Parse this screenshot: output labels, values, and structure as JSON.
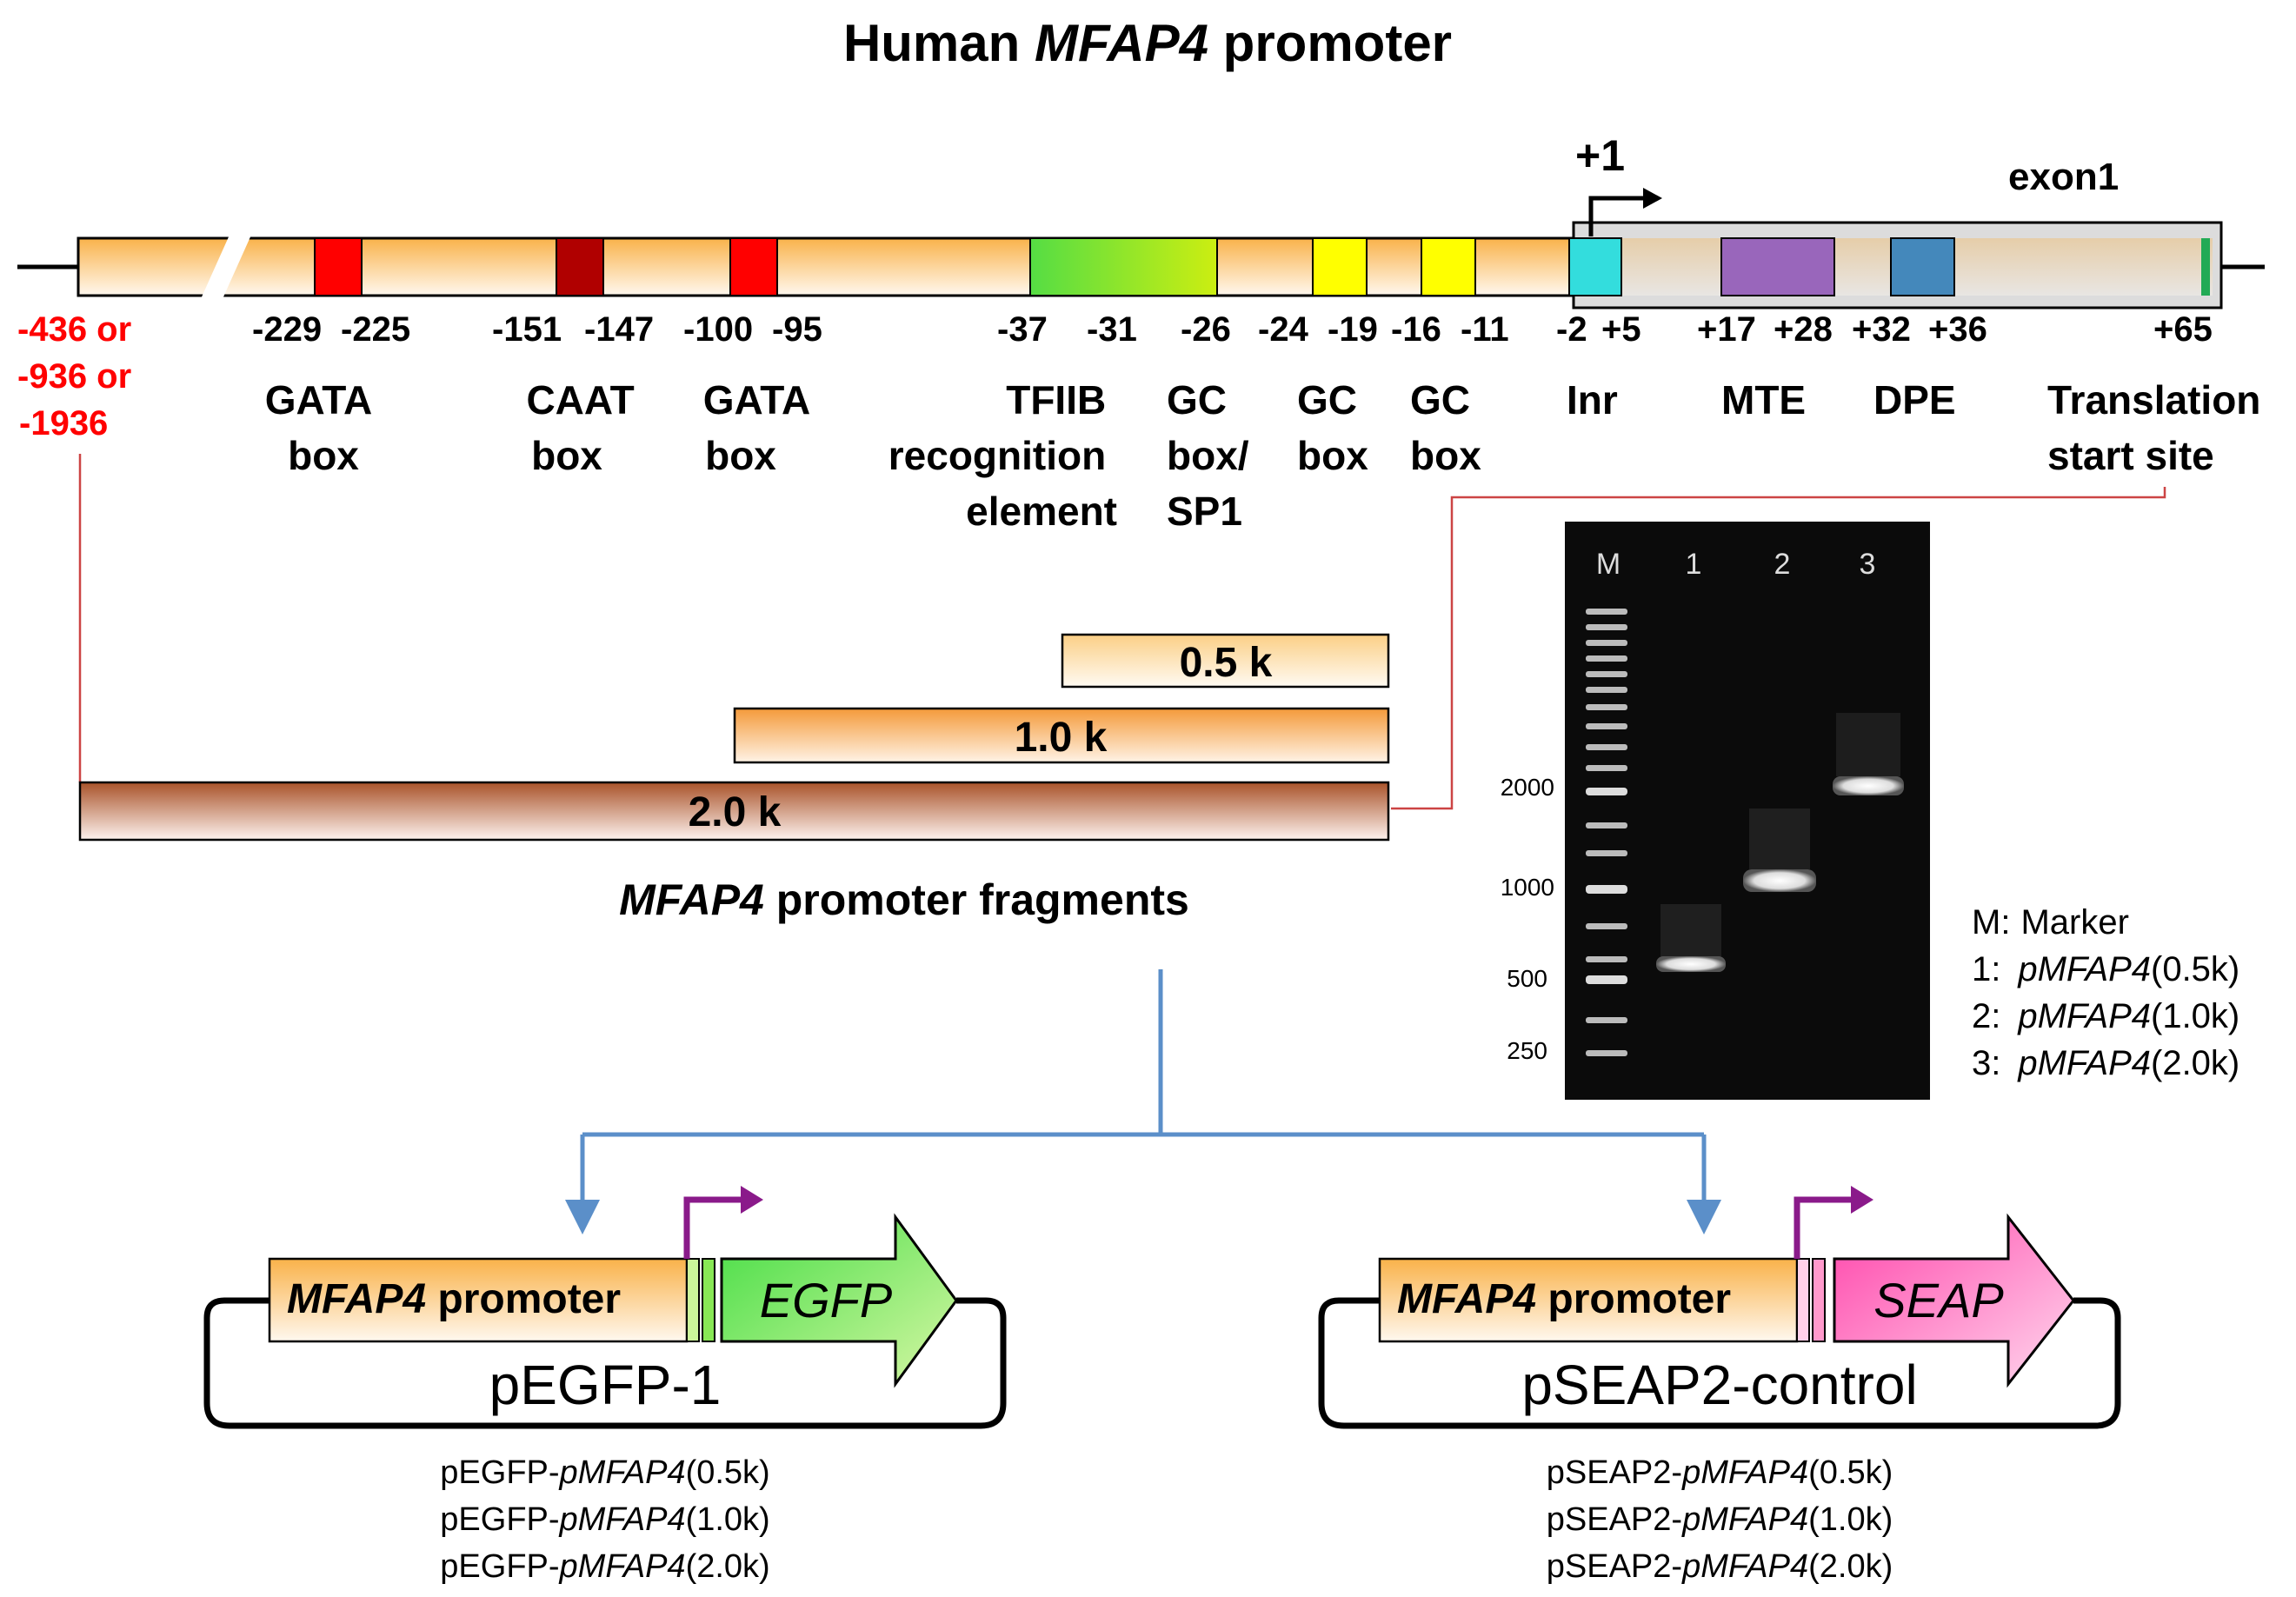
{
  "title": {
    "pre": "Human ",
    "gene": "MFAP4",
    "post": " promoter"
  },
  "plus_one": "+1",
  "exon_label": "exon1",
  "start_positions": [
    "-436 or",
    "-936 or",
    "-1936"
  ],
  "positions": [
    "-229",
    "-225",
    "-151",
    "-147",
    "-100",
    "-95",
    "-37",
    "-31",
    "-26",
    "-24",
    "-19",
    "-16",
    "-11",
    "-2",
    "+5",
    "+17",
    "+28",
    "+32",
    "+36",
    "+65"
  ],
  "elements": [
    {
      "lines": [
        "GATA",
        "box"
      ],
      "color": "#ff0000"
    },
    {
      "lines": [
        "CAAT",
        "box"
      ],
      "color": "#b00000"
    },
    {
      "lines": [
        "GATA",
        "box"
      ],
      "color": "#ff0000"
    },
    {
      "lines": [
        "TFIIB",
        "recognition",
        "element"
      ],
      "color": "#66dd33"
    },
    {
      "lines": [
        "GC",
        "box/",
        "SP1"
      ],
      "color": "#ccee00"
    },
    {
      "lines": [
        "GC",
        "box"
      ],
      "color": "#ffff00"
    },
    {
      "lines": [
        "GC",
        "box"
      ],
      "color": "#ffff00"
    },
    {
      "lines": [
        "Inr"
      ],
      "color": "#33dddd"
    },
    {
      "lines": [
        "MTE"
      ],
      "color": "#9966bb"
    },
    {
      "lines": [
        "DPE"
      ],
      "color": "#4488bb"
    },
    {
      "lines": [
        "Translation",
        "start site"
      ],
      "color": "#22aa55"
    }
  ],
  "fragments": [
    "0.5 k",
    "1.0 k",
    "2.0 k"
  ],
  "fragments_caption": {
    "gene": "MFAP4",
    "text": " promoter  fragments"
  },
  "gel": {
    "lanes": [
      "M",
      "1",
      "2",
      "3"
    ],
    "marker_sizes": [
      "2000",
      "1000",
      "500",
      "250"
    ]
  },
  "gel_legend": [
    {
      "key": "M:",
      "pre": "Marker",
      "gene": "",
      "post": ""
    },
    {
      "key": "1:",
      "pre": "",
      "gene": "pMFAP4",
      "post": "(0.5k)"
    },
    {
      "key": "2:",
      "pre": "",
      "gene": "pMFAP4",
      "post": "(1.0k)"
    },
    {
      "key": "3:",
      "pre": "",
      "gene": "pMFAP4",
      "post": "(2.0k)"
    }
  ],
  "constructs": [
    {
      "promoter_gene": "MFAP4",
      "promoter_text": " promoter",
      "reporter": "EGFP",
      "vector": "pEGFP-1",
      "reporter_color_a": "#44dd44",
      "reporter_color_b": "#ccf59a",
      "products": [
        {
          "pre": "pEGFP-",
          "gene": "pMFAP4",
          "post": "(0.5k)"
        },
        {
          "pre": "pEGFP-",
          "gene": "pMFAP4",
          "post": "(1.0k)"
        },
        {
          "pre": "pEGFP-",
          "gene": "pMFAP4",
          "post": "(2.0k)"
        }
      ]
    },
    {
      "promoter_gene": "MFAP4",
      "promoter_text": " promoter",
      "reporter": "SEAP",
      "vector": "pSEAP2-control",
      "reporter_color_a": "#ff44aa",
      "reporter_color_b": "#ffd0ea",
      "products": [
        {
          "pre": "pSEAP2-",
          "gene": "pMFAP4",
          "post": "(0.5k)"
        },
        {
          "pre": "pSEAP2-",
          "gene": "pMFAP4",
          "post": "(1.0k)"
        },
        {
          "pre": "pSEAP2-",
          "gene": "pMFAP4",
          "post": "(2.0k)"
        }
      ]
    }
  ],
  "colors": {
    "promoter_orange": "#f9b24a",
    "fragment_brown": "#b05a2e",
    "start_label_red": "#ff0000",
    "connector_red": "#cc4444",
    "arrow_blue": "#5b8fc9",
    "tss_arrow_purple": "#8a1a8a"
  }
}
